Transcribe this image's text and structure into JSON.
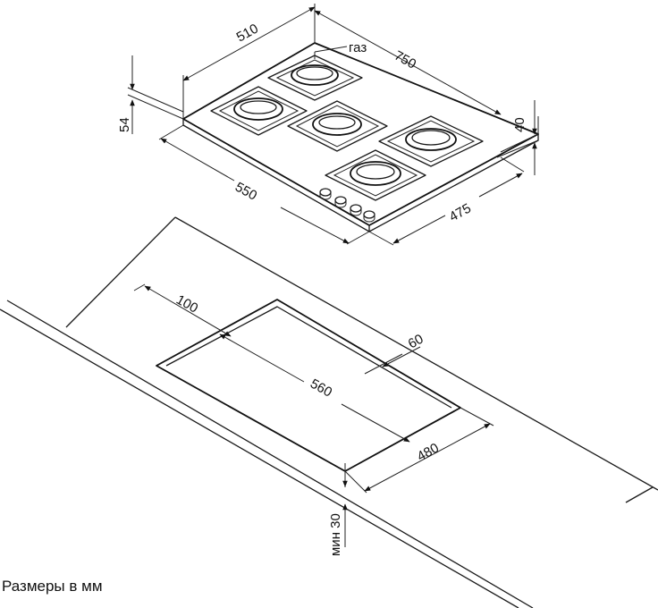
{
  "hob": {
    "dim_depth": "510",
    "dim_width": "750",
    "gas_label": "газ",
    "dim_total_height": "54",
    "dim_body_height": "40",
    "dim_body_width": "550",
    "dim_body_depth": "475"
  },
  "cutout": {
    "dim_back_offset": "100",
    "dim_front_offset": "60",
    "dim_width": "560",
    "dim_depth": "480",
    "dim_min_clearance": "мин 30"
  },
  "caption": "Размеры в мм",
  "colors": {
    "line": "#1a1a1a",
    "background": "#ffffff"
  }
}
